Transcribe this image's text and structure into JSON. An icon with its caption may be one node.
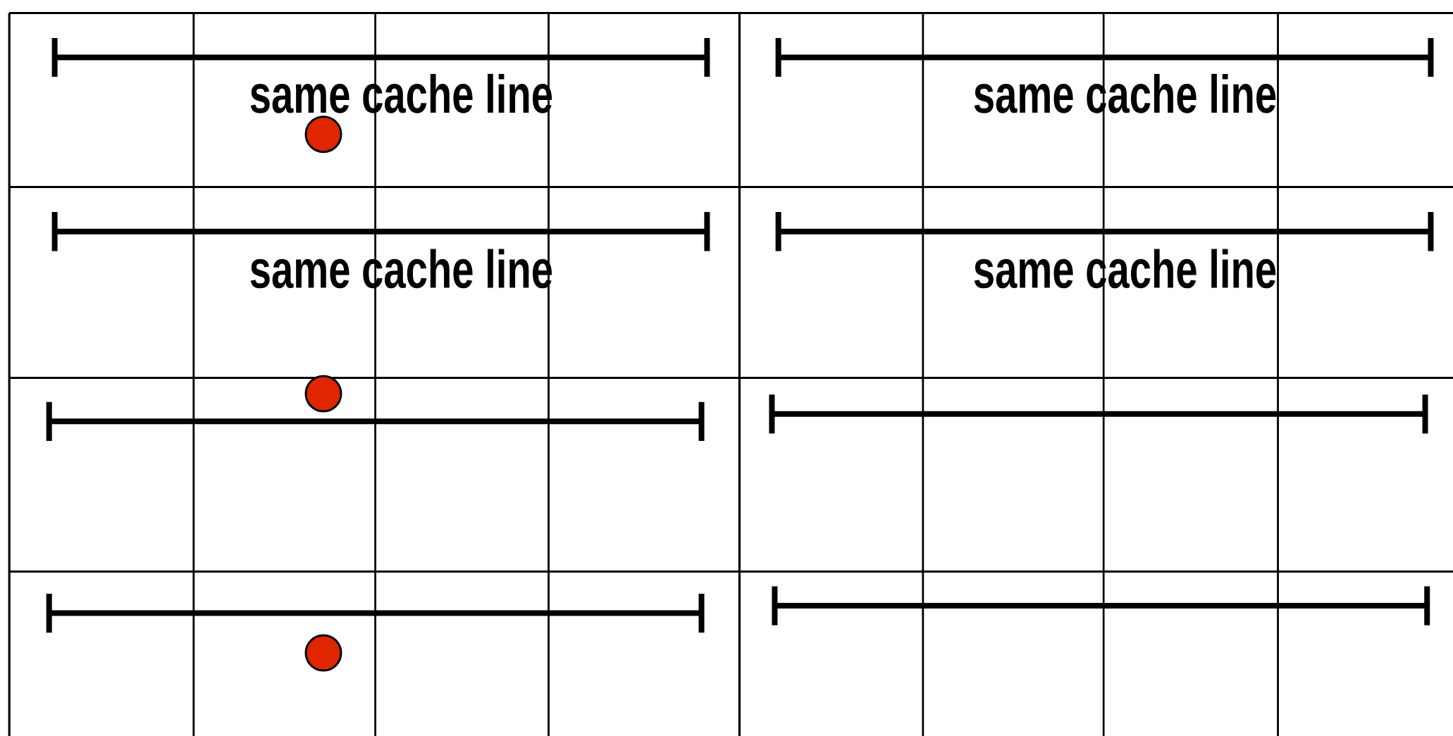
{
  "diagram": {
    "labels": [
      "same cache line",
      "same cache line",
      "same cache line",
      "same cache line"
    ]
  }
}
